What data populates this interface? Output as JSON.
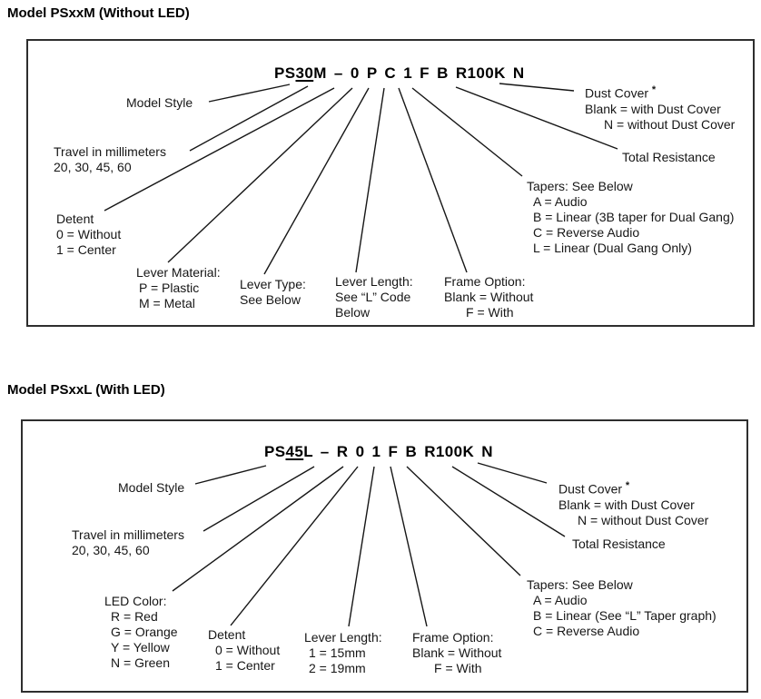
{
  "sections": [
    {
      "heading": "Model PSxxM (Without LED)",
      "part_number": {
        "prefix": "PS",
        "underlined": "30",
        "suffix": "M – 0 P C 1 F B R100K N"
      },
      "model_style": "Model Style",
      "travel": [
        "Travel in millimeters",
        "20, 30, 45, 60"
      ],
      "detent": [
        "Detent",
        "0 = Without",
        "1 = Center"
      ],
      "lever_material": [
        "Lever Material:",
        "P = Plastic",
        "M = Metal"
      ],
      "lever_type": [
        "Lever Type:",
        "See Below"
      ],
      "lever_length": [
        "Lever Length:",
        "See “L” Code",
        "Below"
      ],
      "frame_option": [
        "Frame Option:",
        "Blank = Without",
        "F = With"
      ],
      "dust_cover": {
        "title": "Dust Cover",
        "asterisk": "*",
        "options": [
          "Blank = with Dust Cover",
          "N = without Dust Cover"
        ]
      },
      "total_resistance": "Total Resistance",
      "tapers": [
        "Tapers: See Below",
        "A = Audio",
        "B = Linear (3B taper for Dual Gang)",
        "C = Reverse Audio",
        "L = Linear (Dual Gang Only)"
      ]
    },
    {
      "heading": "Model PSxxL (With LED)",
      "part_number": {
        "prefix": "PS",
        "underlined": "45",
        "suffix": "L – R 0 1 F B R100K N"
      },
      "model_style": "Model Style",
      "travel": [
        "Travel in millimeters",
        "20, 30, 45, 60"
      ],
      "led_color": [
        "LED Color:",
        "R = Red",
        "G = Orange",
        "Y = Yellow",
        "N = Green"
      ],
      "detent": [
        "Detent",
        "0 = Without",
        "1 = Center"
      ],
      "lever_length": [
        "Lever Length:",
        "1 = 15mm",
        "2 = 19mm"
      ],
      "frame_option": [
        "Frame Option:",
        "Blank = Without",
        "F = With"
      ],
      "dust_cover": {
        "title": "Dust Cover",
        "asterisk": "*",
        "options": [
          "Blank = with Dust Cover",
          "N = without Dust Cover"
        ]
      },
      "total_resistance": "Total Resistance",
      "tapers": [
        "Tapers: See Below",
        "A = Audio",
        "B = Linear (See “L” Taper graph)",
        "C = Reverse Audio"
      ]
    }
  ]
}
